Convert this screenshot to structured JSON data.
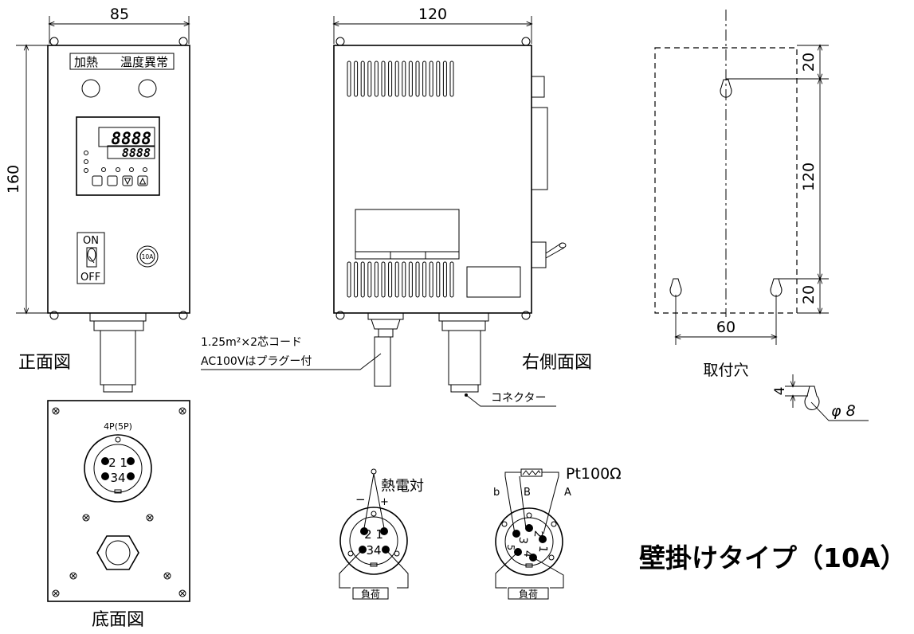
{
  "front_view": {
    "caption": "正面図",
    "dim_width": "85",
    "dim_height": "160",
    "panel_label_heat": "加熱",
    "panel_label_alarm": "温度異常",
    "display_pv": "8888",
    "display_sv": "8888",
    "switch_on": "ON",
    "switch_off": "OFF",
    "fuse_label": "10A"
  },
  "side_view": {
    "caption": "右側面図",
    "dim_width": "120",
    "cord_label_1": "1.25m²×2芯コード",
    "cord_label_2": "AC100Vはプラグー付",
    "connector_label": "コネクター"
  },
  "mounting": {
    "caption": "取付穴",
    "dim_top": "20",
    "dim_middle": "120",
    "dim_bottom": "20",
    "dim_width": "60",
    "dim_slot": "4",
    "dim_hole": "φ 8"
  },
  "bottom_view": {
    "caption": "底面図",
    "connector_label": "4P(5P)",
    "pins_top": "2 1",
    "pins_bottom": "34"
  },
  "thermocouple": {
    "label": "熱電対",
    "minus": "−",
    "plus": "+",
    "pins_top": "2 1",
    "pins_bottom": "34",
    "load_label": "負荷"
  },
  "rtd": {
    "label": "Pt100Ω",
    "lead_b_small": "b",
    "lead_b": "B",
    "lead_a": "A",
    "pin_labels": [
      "2",
      "1",
      "3",
      "4",
      "5"
    ],
    "load_label": "負荷"
  },
  "product_title": "壁掛けタイプ（10A）"
}
